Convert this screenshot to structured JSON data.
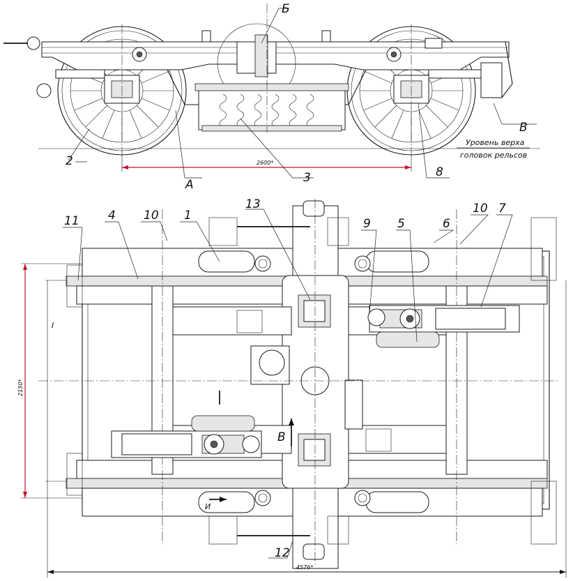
{
  "side_view": {
    "labels": {
      "b": "Б",
      "v": "В",
      "a": "А",
      "n2": "2",
      "n3": "3",
      "n8": "8"
    },
    "rail_note": {
      "line1": "Уровень верха",
      "line2": "головок рельсов"
    },
    "wheelbase_dim": "2600*"
  },
  "plan_view": {
    "labels": {
      "n1": "1",
      "n4": "4",
      "n5": "5",
      "n6": "6",
      "n7": "7",
      "n9": "9",
      "n10a": "10",
      "n10b": "10",
      "n11": "11",
      "n12": "12",
      "n13": "13",
      "v": "В",
      "i": "И",
      "one": "I"
    },
    "width_dim": "2150*",
    "length_dim": "4576*"
  },
  "colors": {
    "line": "#1a1a1a",
    "dimension_arrow": "#c8102e"
  }
}
